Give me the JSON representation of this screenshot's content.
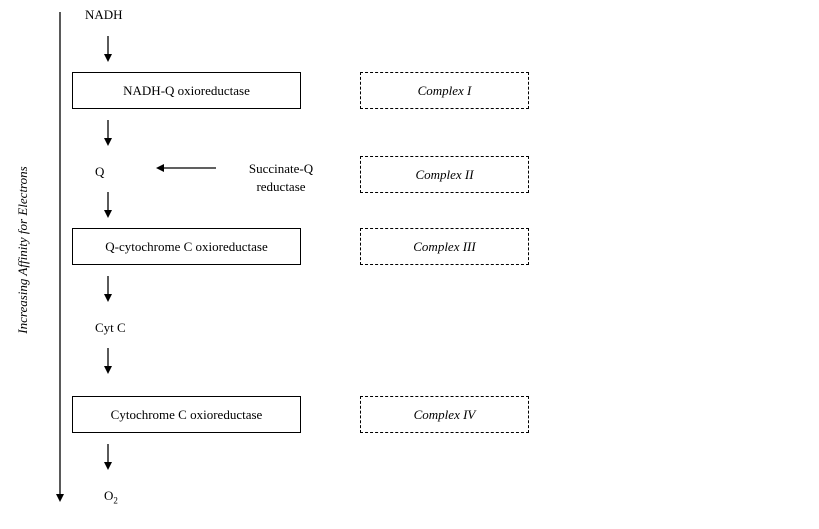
{
  "axis": {
    "label": "Increasing Affinity for Electrons"
  },
  "nodes": {
    "nadh": "NADH",
    "q": "Q",
    "succinate_line1": "Succinate-Q",
    "succinate_line2": "reductase",
    "cyt_c": "Cyt C",
    "o2_main": "O",
    "o2_sub": "2"
  },
  "boxes": {
    "nadh_q": "NADH-Q oxioreductase",
    "q_cyt": "Q-cytochrome C oxioreductase",
    "cyt_ox": "Cytochrome C oxioreductase"
  },
  "complexes": {
    "c1": "Complex I",
    "c2": "Complex II",
    "c3": "Complex III",
    "c4": "Complex IV"
  }
}
